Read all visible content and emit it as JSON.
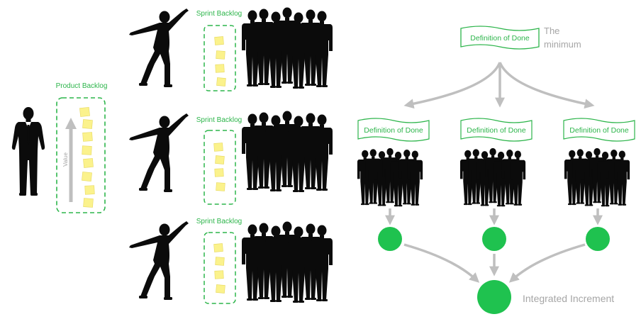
{
  "product_backlog": {
    "title": "Product Backlog",
    "axis_label": "Value"
  },
  "sprint_backlogs": [
    {
      "title": "Sprint Backlog"
    },
    {
      "title": "Sprint Backlog"
    },
    {
      "title": "Sprint Backlog"
    }
  ],
  "definition_of_done": {
    "top_label": "Definition of Done",
    "top_note": [
      "The",
      "minimum"
    ],
    "team_labels": [
      "Definition of Done",
      "Definition of Done",
      "Definition of Done"
    ]
  },
  "integrated_increment": {
    "label": "Integrated Increment"
  },
  "colors": {
    "accent_green": "#2db54b",
    "node_green": "#1fc24f",
    "arrow_gray": "#bfbfbf",
    "note_yellow": "#fbf28c",
    "silhouette": "#0b0b0b"
  }
}
